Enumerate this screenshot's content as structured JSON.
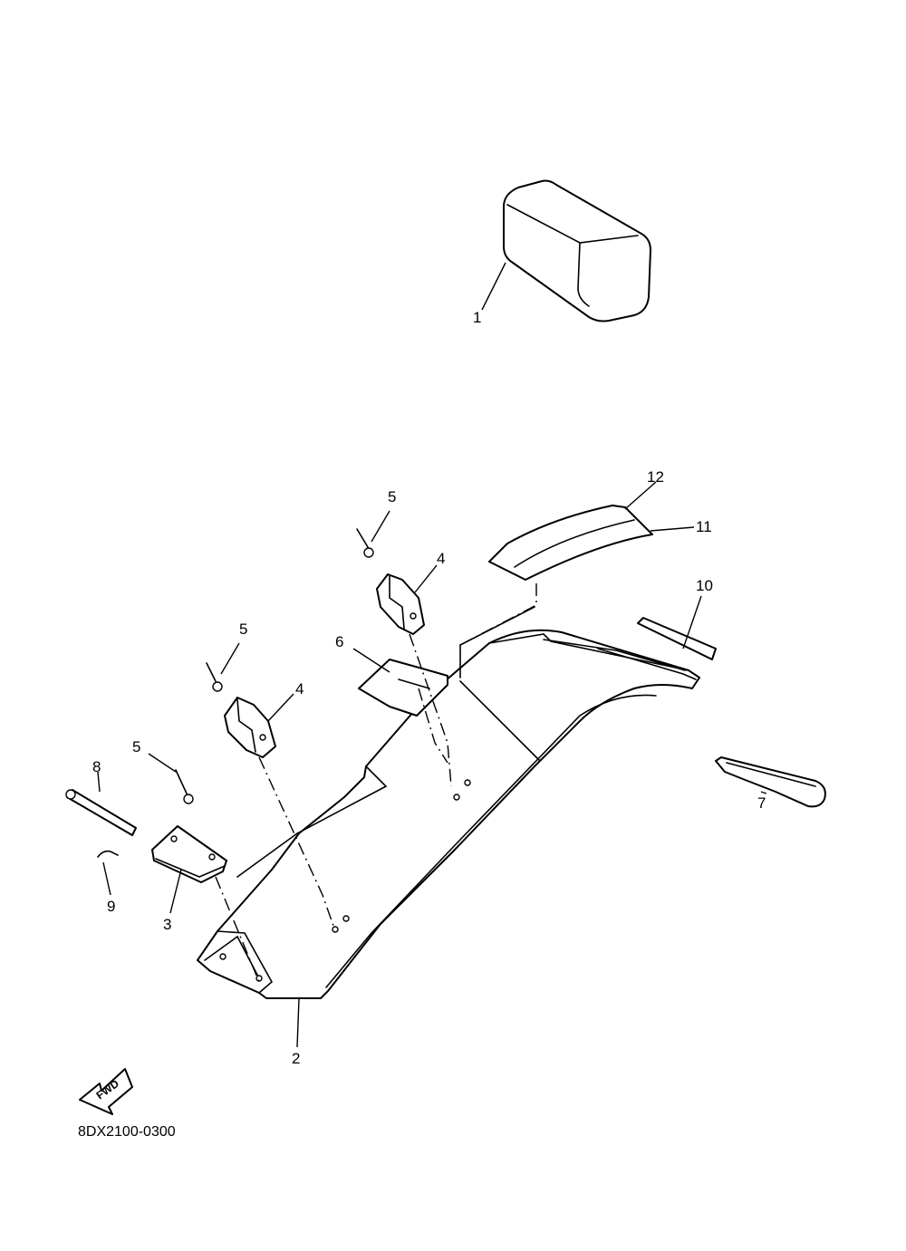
{
  "diagram": {
    "reference_code": "8DX2100-0300",
    "fwd_label": "FWD",
    "callouts": {
      "c1": "1",
      "c2": "2",
      "c3": "3",
      "c4a": "4",
      "c4b": "4",
      "c5a": "5",
      "c5b": "5",
      "c5c": "5",
      "c6": "6",
      "c7": "7",
      "c8": "8",
      "c9": "9",
      "c10": "10",
      "c11": "11",
      "c12": "12"
    }
  }
}
